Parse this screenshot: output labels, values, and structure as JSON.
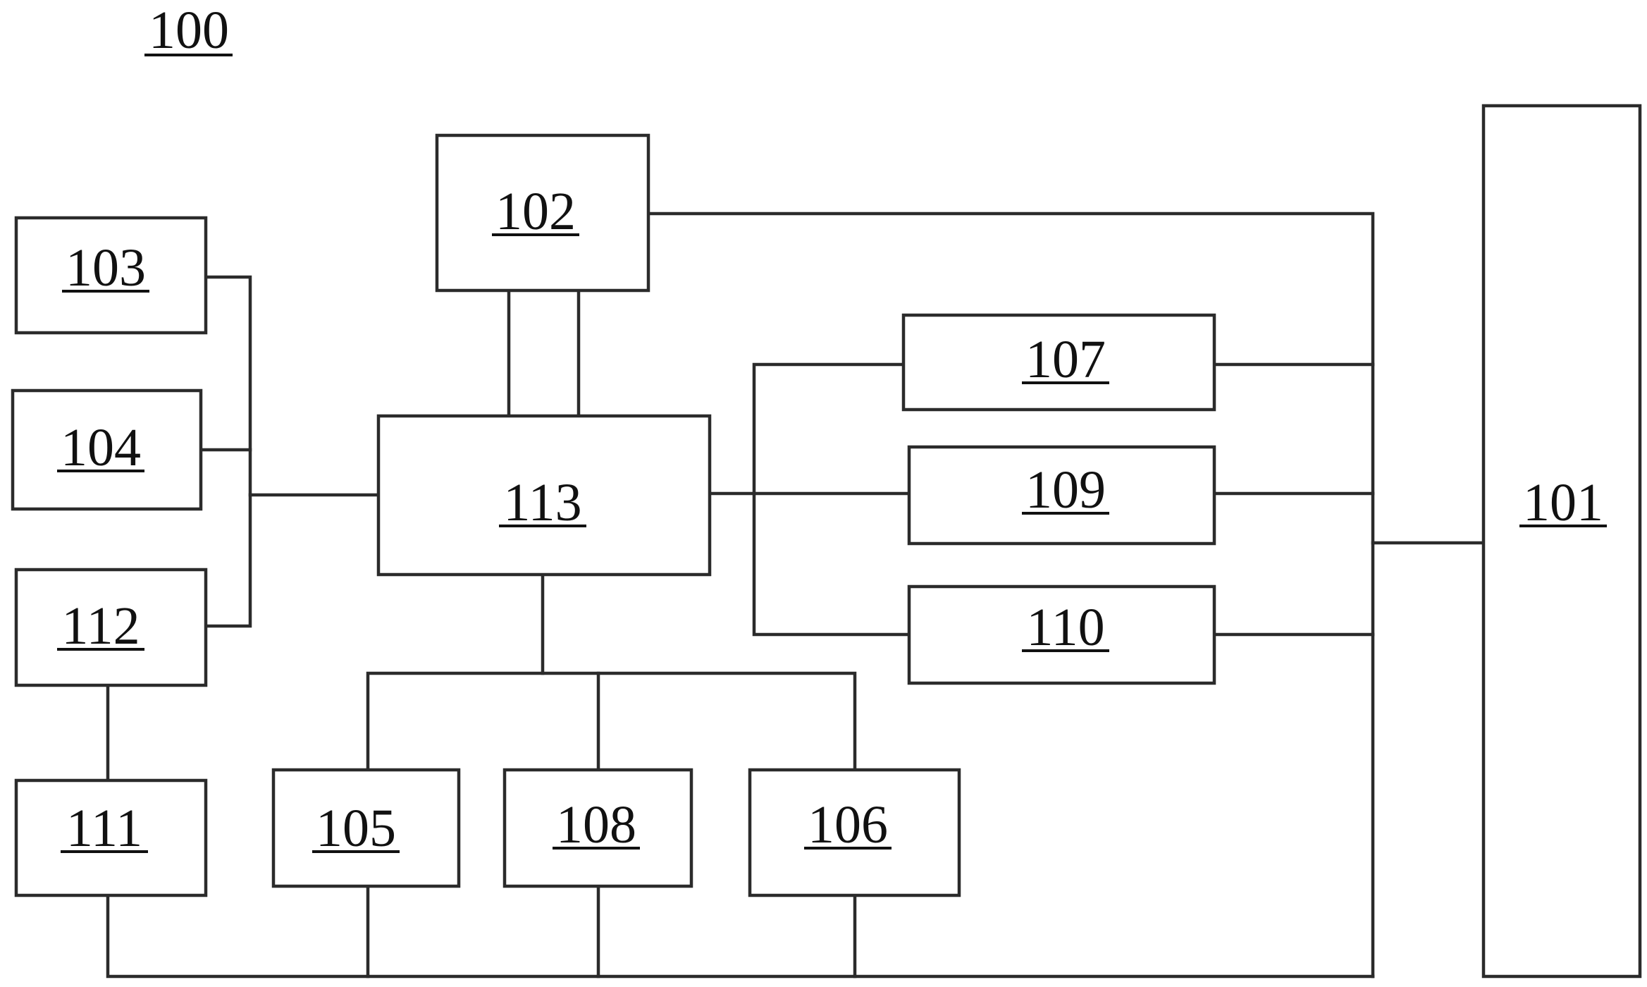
{
  "figure": {
    "label": "100"
  },
  "blocks": {
    "b101": "101",
    "b102": "102",
    "b103": "103",
    "b104": "104",
    "b105": "105",
    "b106": "106",
    "b107": "107",
    "b108": "108",
    "b109": "109",
    "b110": "110",
    "b111": "111",
    "b112": "112",
    "b113": "113"
  },
  "colors": {
    "line": "#2b2b2b",
    "text": "#111111",
    "background": "#ffffff"
  }
}
